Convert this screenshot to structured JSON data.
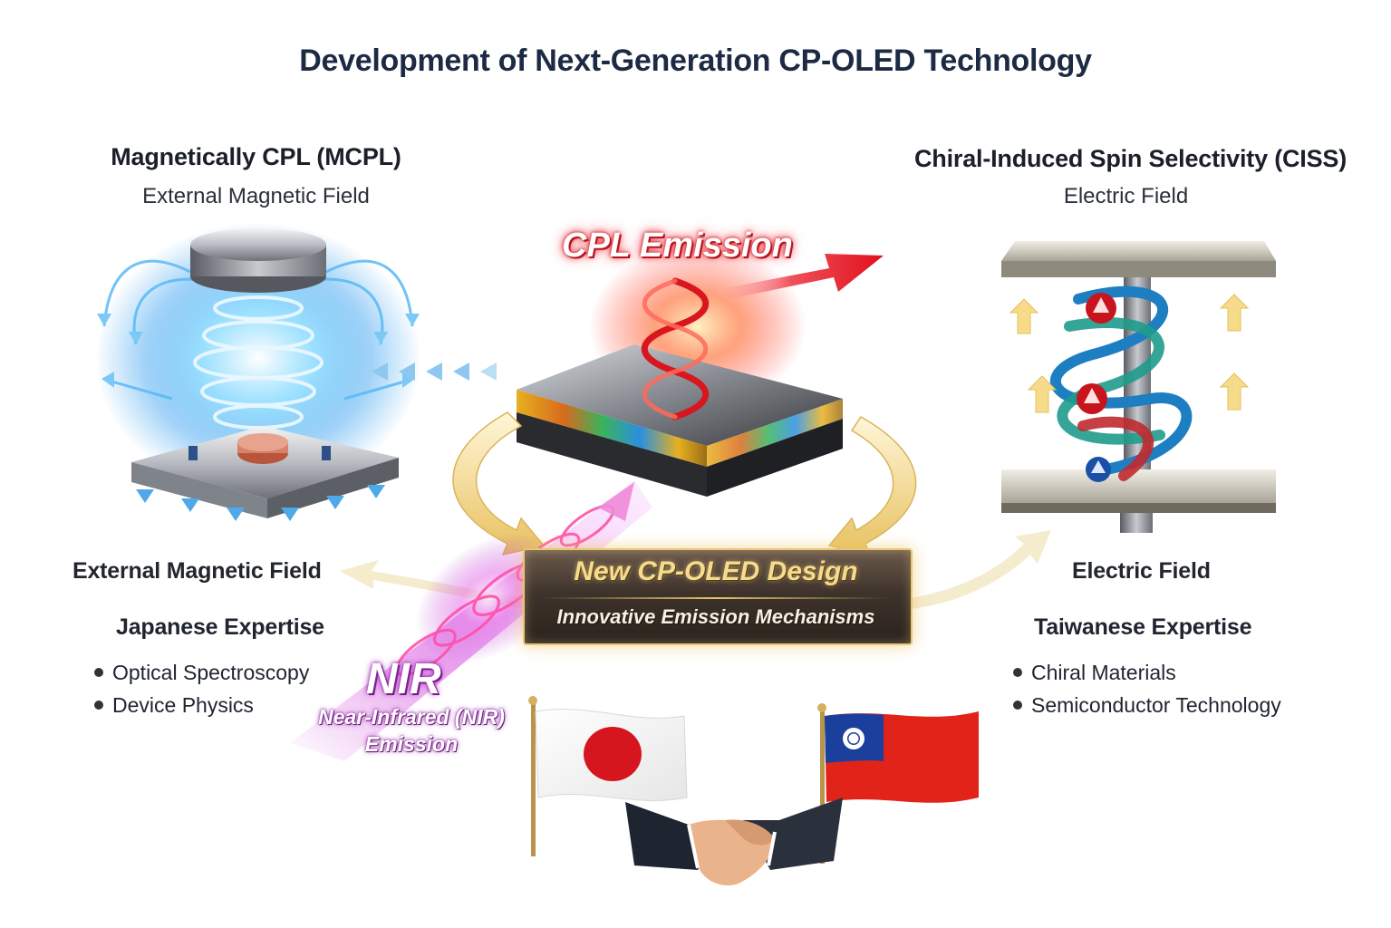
{
  "title": "Development of Next-Generation CP-OLED Technology",
  "left_panel": {
    "heading": "Magnetically CPL (MCPL)",
    "subheading": "External Magnetic Field",
    "field_label": "External Magnetic Field",
    "expertise": "Japanese Expertise",
    "bullets": [
      "Optical Spectroscopy",
      "Device Physics"
    ]
  },
  "right_panel": {
    "heading": "Chiral-Induced Spin Selectivity (CISS)",
    "subheading": "Electric Field",
    "field_label": "Electric Field",
    "expertise": "Taiwanese Expertise",
    "bullets": [
      "Chiral Materials",
      "Semiconductor Technology"
    ]
  },
  "center": {
    "cpl_label": "CPL Emission",
    "design_title": "New CP-OLED Design",
    "design_subtitle": "Innovative Emission Mechanisms"
  },
  "nir": {
    "label": "NIR",
    "line1": "Near-Infrared (NIR)",
    "line2": "Emission"
  },
  "icons": [
    "magnet-icon",
    "magnetic-field-arrows-icon",
    "oled-device-icon",
    "cpl-helix-icon",
    "ciss-electrode-icon",
    "spin-helix-icon",
    "japan-flag-icon",
    "taiwan-flag-icon",
    "handshake-icon"
  ],
  "colors": {
    "title": "#1d2a44",
    "magnetic_blue": "#3fb6ff",
    "cpl_red": "#e3222c",
    "nir_magenta": "#c43bd0",
    "gold_accent": "#e8c774",
    "japan_red": "#d6161f",
    "taiwan_red": "#e2231a",
    "taiwan_blue": "#1b3f9c"
  }
}
